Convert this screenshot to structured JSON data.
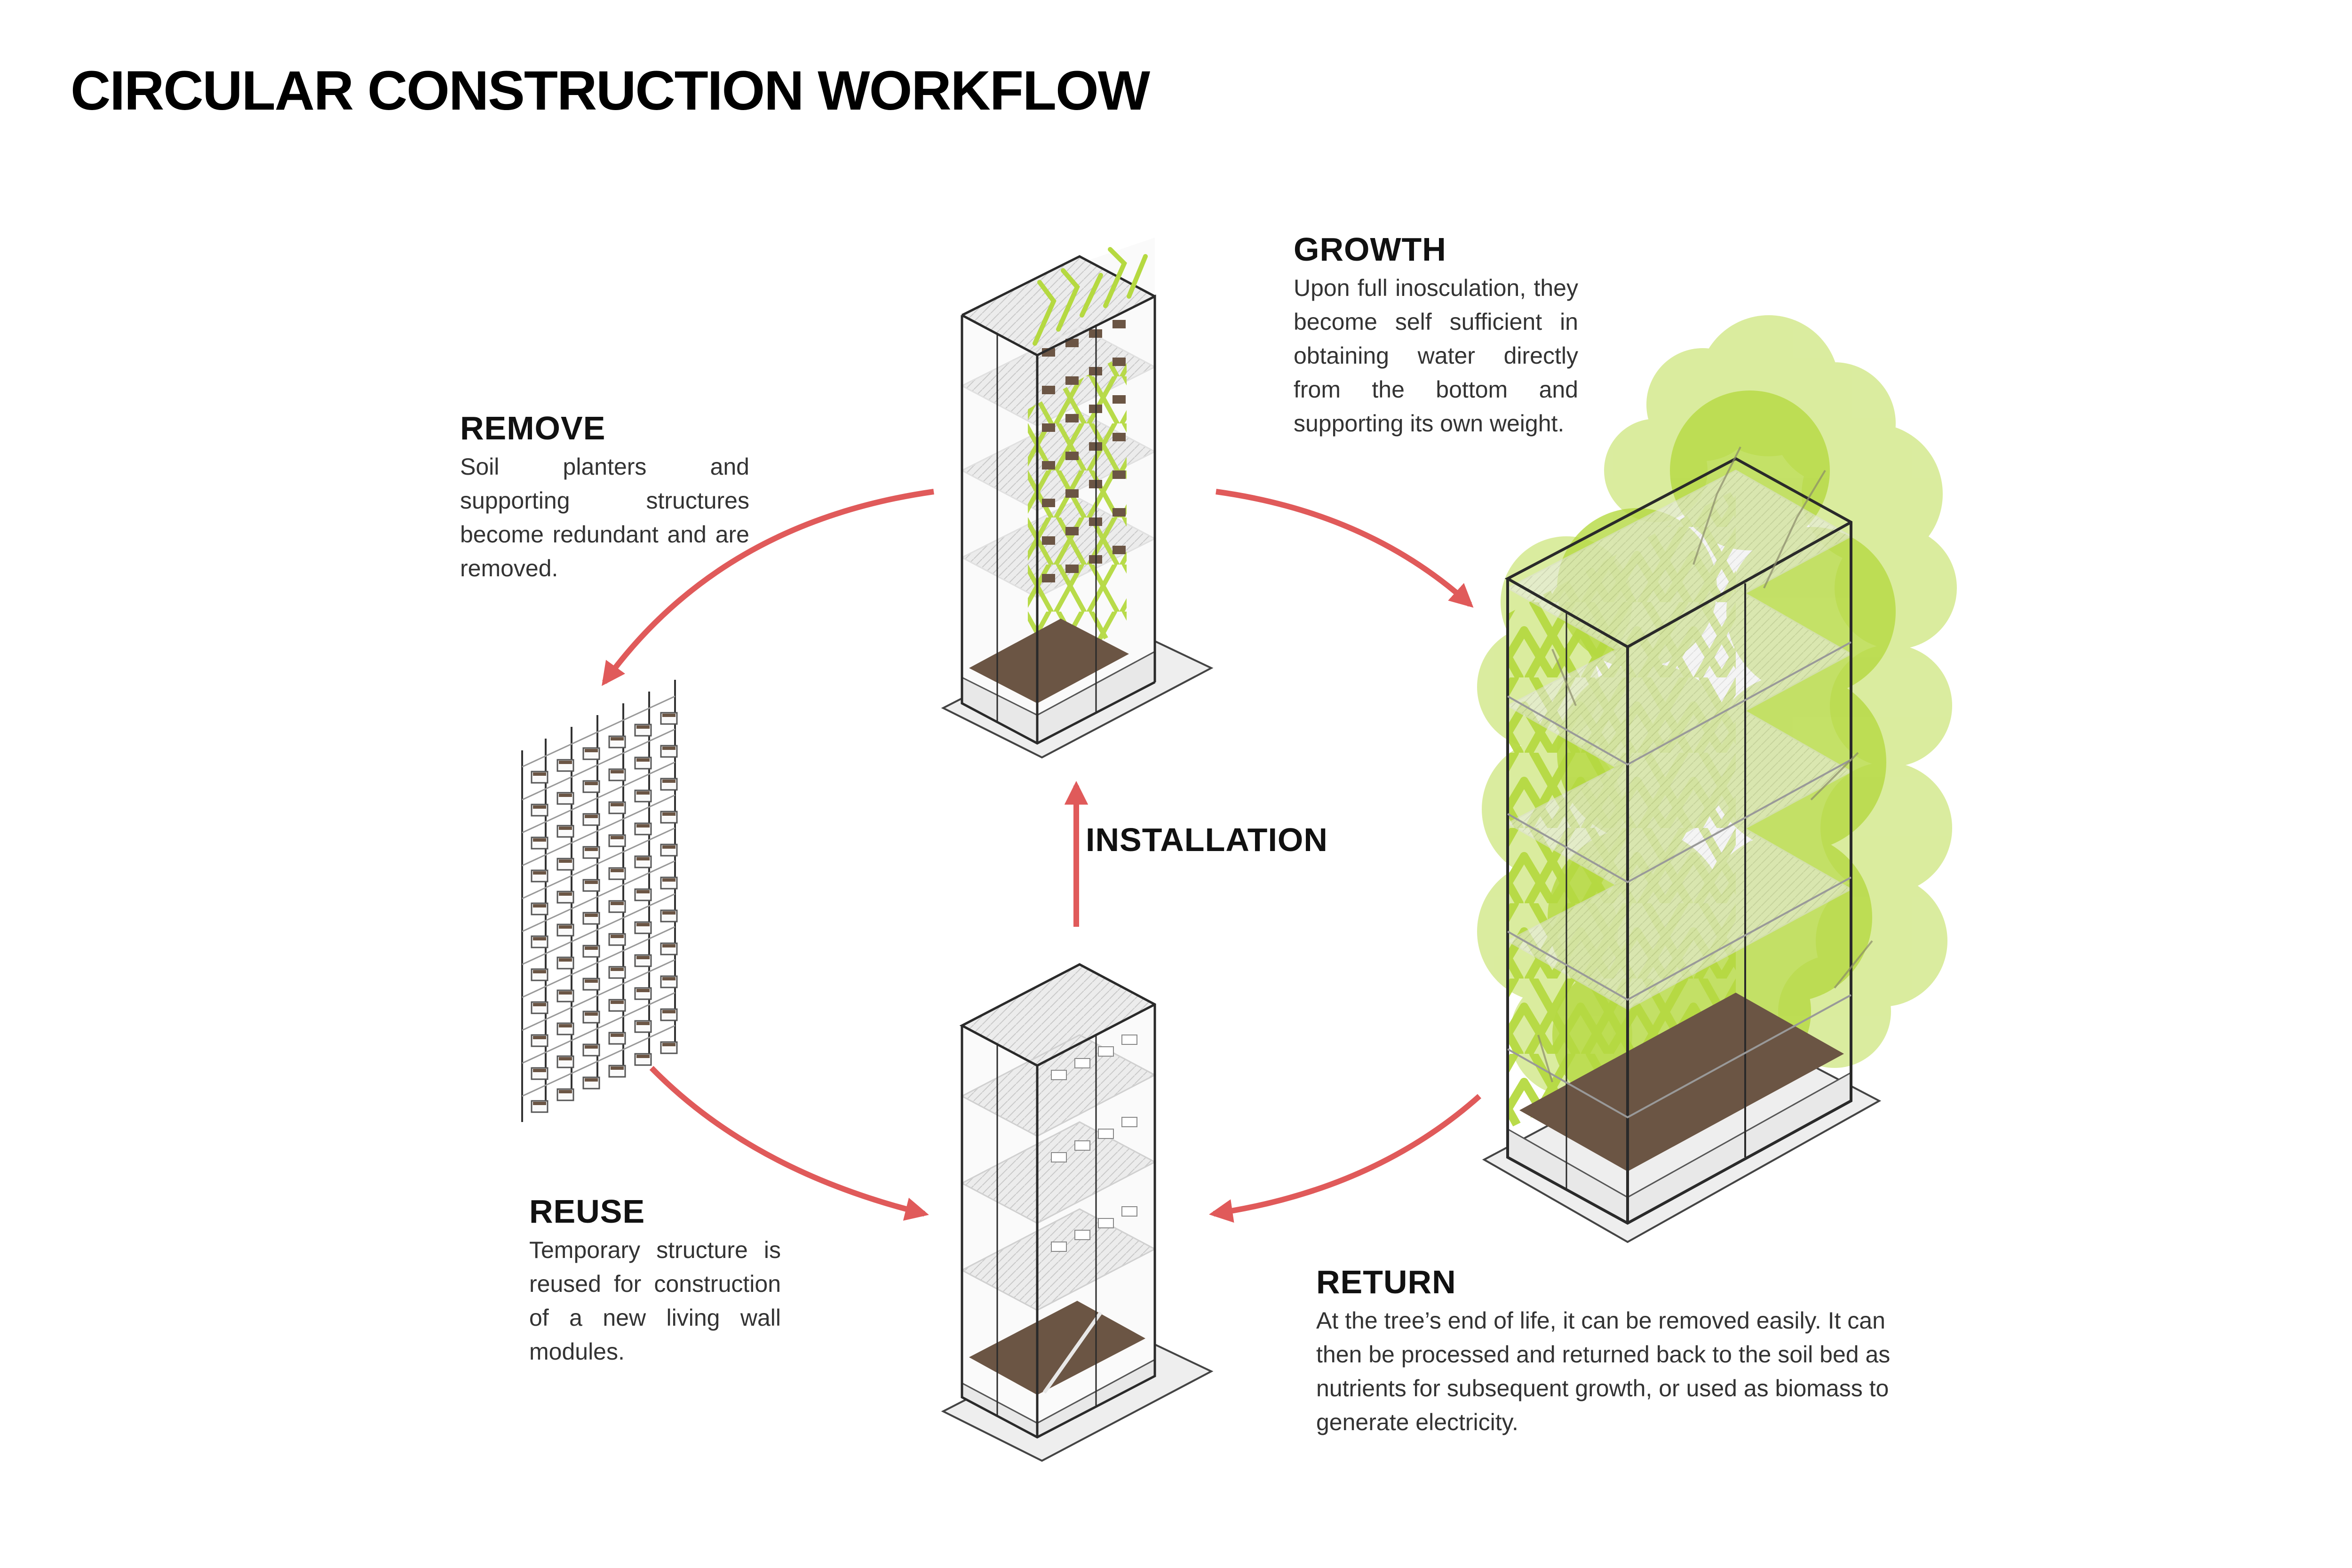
{
  "title": "CIRCULAR CONSTRUCTION WORKFLOW",
  "colors": {
    "arrow": "#e05a5a",
    "foliage": "#b5d941",
    "foliage_light": "#d4e98e",
    "soil": "#6b5544",
    "frame": "#2a2a2a"
  },
  "steps": {
    "growth": {
      "heading": "GROWTH",
      "text": "Upon full inosculation, they become self sufficient in obtaining water directly from the bottom and supporting its own weight."
    },
    "remove": {
      "heading": "REMOVE",
      "text": "Soil planters and supporting structures become redundant and are removed."
    },
    "reuse": {
      "heading": "REUSE",
      "text": "Temporary structure is reused for construction of a new living wall modules."
    },
    "return": {
      "heading": "RETURN",
      "text": "At the tree’s end of life, it can be removed easily. It can then be processed and returned back to the soil bed as nutrients for subsequent growth, or used as biomass to generate electricity."
    }
  },
  "installation_label": "INSTALLATION",
  "icons": [
    "arrow-growth-icon",
    "arrow-remove-icon",
    "arrow-reuse-icon",
    "arrow-return-icon",
    "arrow-installation-icon"
  ]
}
